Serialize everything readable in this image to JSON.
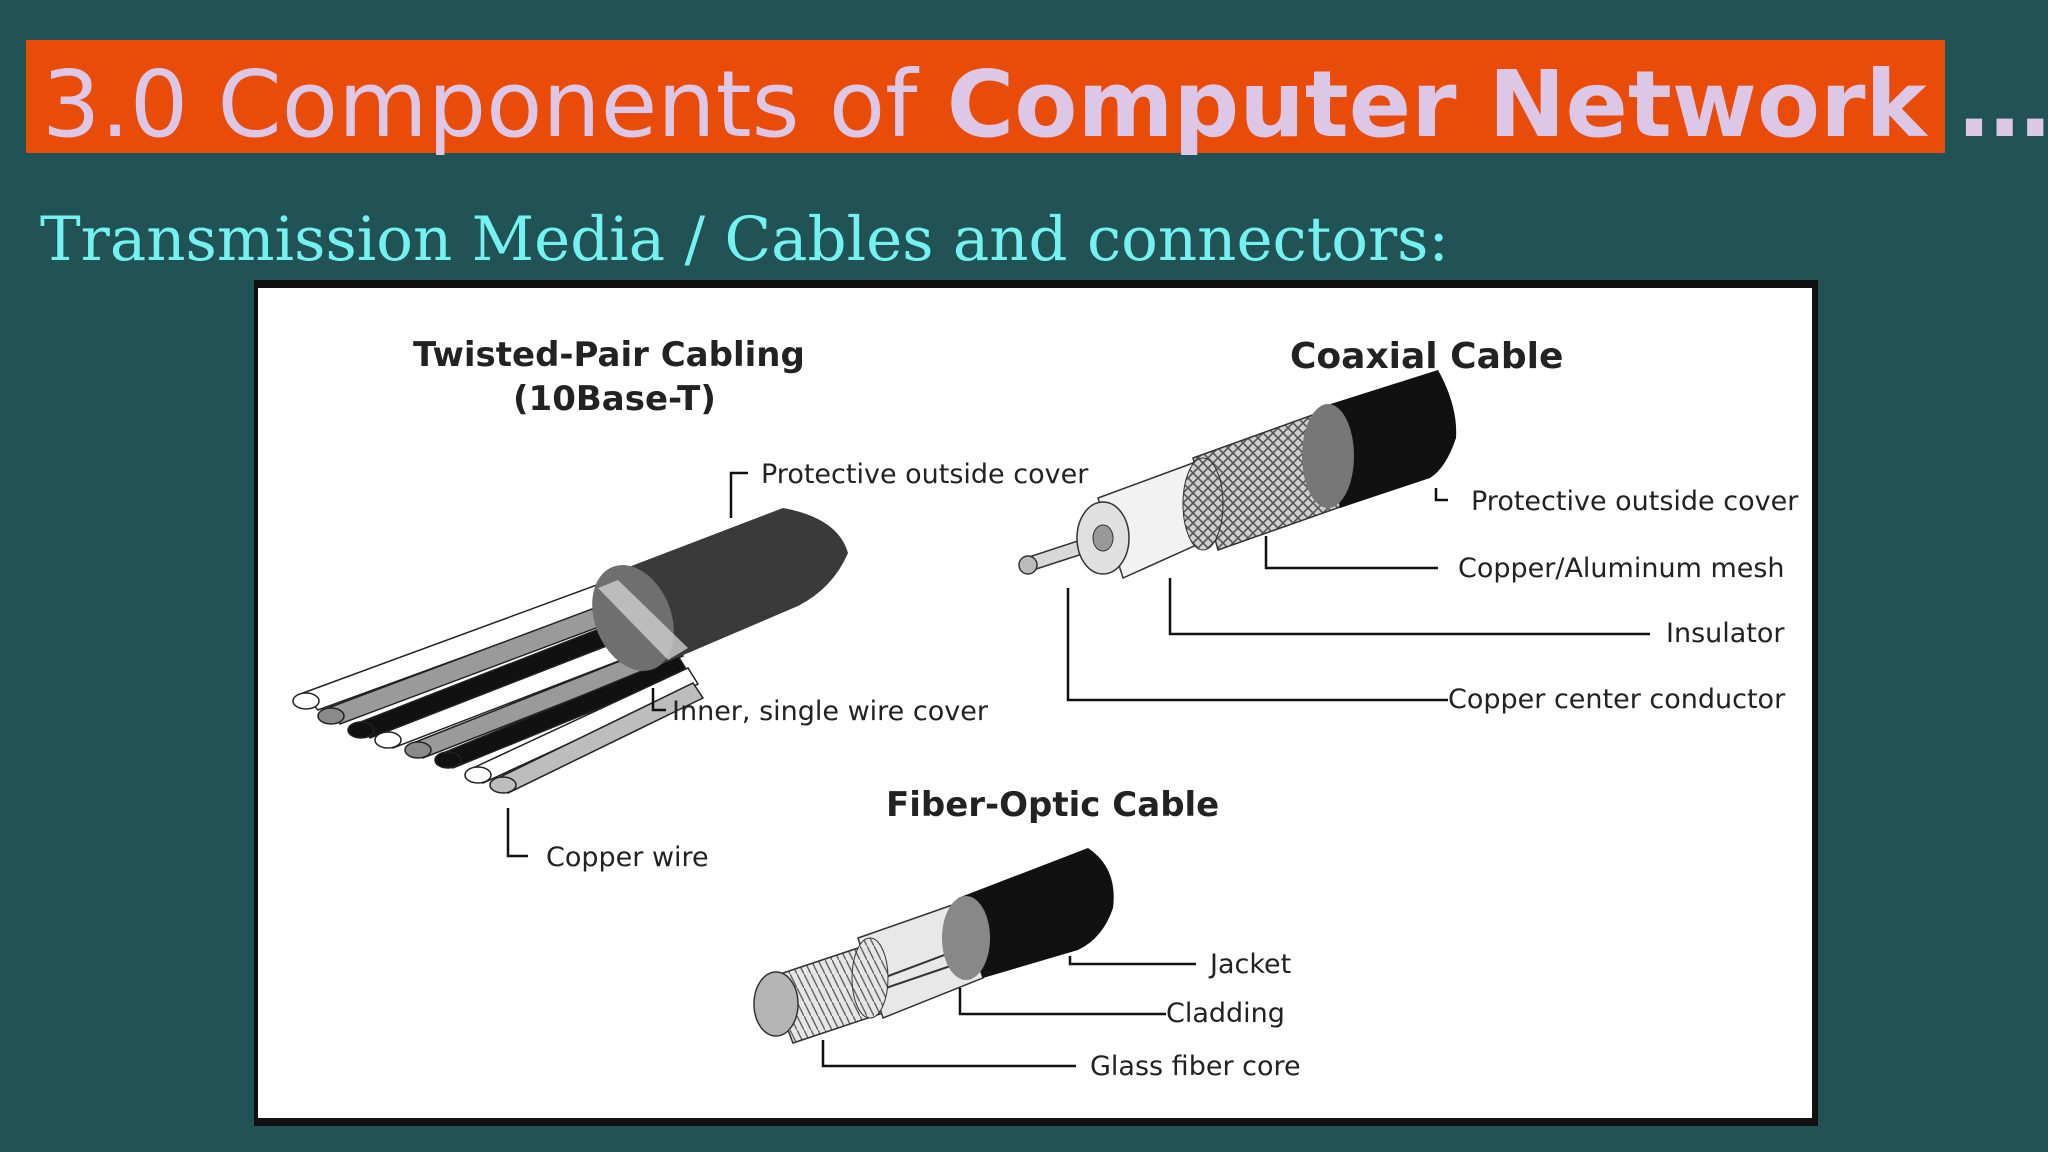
{
  "slide": {
    "title_normal": "3.0 Components of ",
    "title_bold": "Computer Network …",
    "subtitle": "Transmission Media / Cables and connectors:"
  },
  "diagram": {
    "twisted_pair": {
      "title_line1": "Twisted-Pair Cabling",
      "title_line2": "(10Base-T)",
      "label_cover": "Protective outside cover",
      "label_inner": "Inner, single wire cover",
      "label_copper": "Copper wire"
    },
    "coaxial": {
      "title": "Coaxial Cable",
      "label_cover": "Protective outside cover",
      "label_mesh": "Copper/Aluminum mesh",
      "label_insulator": "Insulator",
      "label_conductor": "Copper center conductor"
    },
    "fiber": {
      "title": "Fiber-Optic Cable",
      "label_jacket": "Jacket",
      "label_cladding": "Cladding",
      "label_core": "Glass fiber core"
    }
  },
  "colors": {
    "background": "#215255",
    "title_bar": "#e84c08",
    "title_text": "#dcc7e6",
    "subtitle_text": "#74f2f2"
  }
}
